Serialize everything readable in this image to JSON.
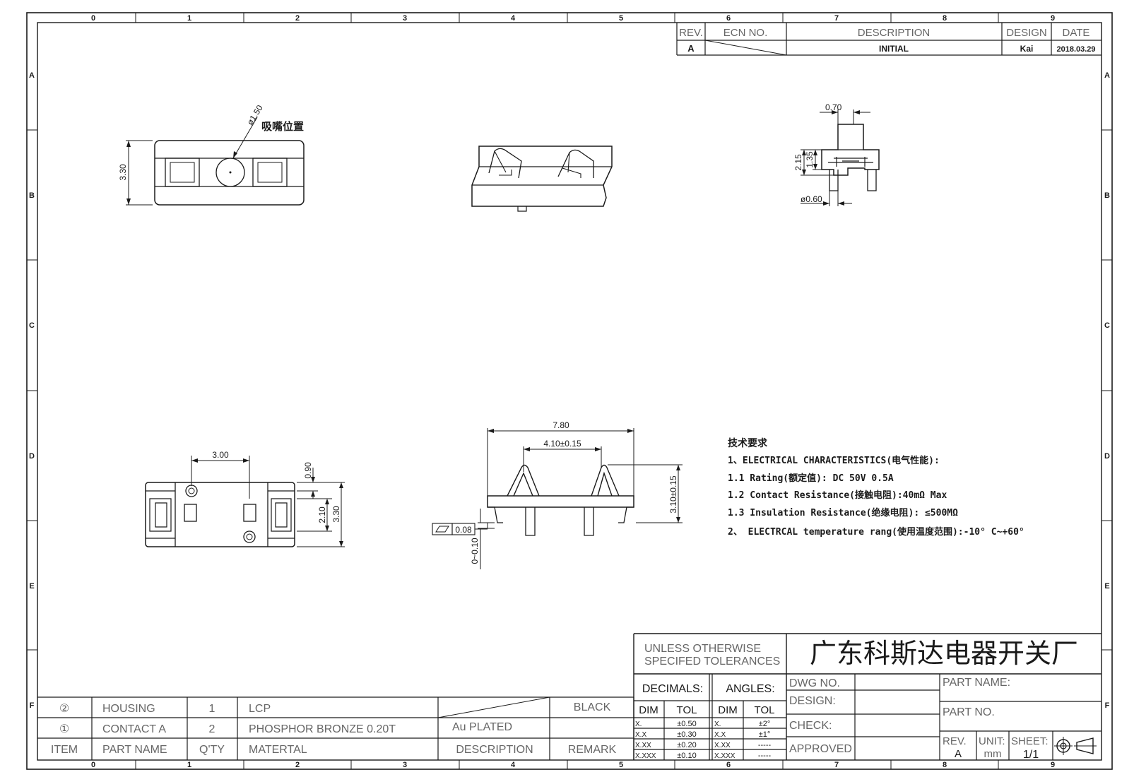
{
  "zones": {
    "columns": [
      "0",
      "1",
      "2",
      "3",
      "4",
      "5",
      "6",
      "7",
      "8",
      "9"
    ],
    "rows": [
      "A",
      "B",
      "C",
      "D",
      "E",
      "F"
    ]
  },
  "revision": {
    "headers": [
      "REV.",
      "ECN NO.",
      "DESCRIPTION",
      "DESIGN",
      "DATE"
    ],
    "row": {
      "rev": "A",
      "description": "INITIAL",
      "design": "Kai",
      "date": "2018.03.29"
    }
  },
  "views": {
    "top": {
      "dim_height": "3.30",
      "nozzle_dia": "ø1.50",
      "nozzle_label": "吸嘴位置"
    },
    "side": {
      "dim_top": "0.70",
      "dim_mid": "1.35",
      "dim_height": "2.15",
      "dim_pin": "ø0.60"
    },
    "bottom": {
      "dim_width": "3.00",
      "dim_a": "0.90",
      "dim_b": "2.10",
      "dim_c": "3.30"
    },
    "front": {
      "dim_width": "7.80",
      "dim_pitch": "4.10±0.15",
      "dim_height": "3.10±0.15",
      "flatness_value": "0.08",
      "dim_gap": "0~0.10"
    }
  },
  "requirements": {
    "title": "技术要求",
    "lines": [
      "1、ELECTRICAL CHARACTERISTICS(电气性能):",
      "1.1 Rating(额定值): DC 50V 0.5A",
      "1.2 Contact Resistance(接触电阻):40mΩ Max",
      "1.3 Insulation Resistance(绝缘电阻): ≤500MΩ",
      "2、 ELECTRCAL temperature rang(使用温度范围):-10° C~+60°"
    ]
  },
  "bom": {
    "rows": [
      {
        "item": "②",
        "name": "HOUSING",
        "qty": "1",
        "material": "LCP",
        "description": "",
        "remark": "BLACK"
      },
      {
        "item": "①",
        "name": "CONTACT A",
        "qty": "2",
        "material": "PHOSPHOR BRONZE 0.20T",
        "description": "Au PLATED",
        "remark": ""
      }
    ],
    "header": {
      "item": "ITEM",
      "name": "PART NAME",
      "qty": "Q'TY",
      "material": "MATERTAL",
      "description": "DESCRIPTION",
      "remark": "REMARK"
    }
  },
  "title_block": {
    "tolerance_note": [
      "UNLESS OTHERWISE",
      "SPECIFED TOLERANCES"
    ],
    "company": "广东科斯达电器开关厂",
    "decimals_label": "DECIMALS:",
    "angles_label": "ANGLES:",
    "dim_label": "DIM",
    "tol_label": "TOL",
    "decimals": [
      {
        "dim": "X.",
        "tol": "±0.50"
      },
      {
        "dim": "X.X",
        "tol": "±0.30"
      },
      {
        "dim": "X.XX",
        "tol": "±0.20"
      },
      {
        "dim": "X.XXX",
        "tol": "±0.10"
      }
    ],
    "angles": [
      {
        "dim": "X.",
        "tol": "±2°"
      },
      {
        "dim": "X.X",
        "tol": "±1°"
      },
      {
        "dim": "X.XX",
        "tol": "-----"
      },
      {
        "dim": "X.XXX",
        "tol": "-----"
      }
    ],
    "dwg_no_label": "DWG NO.",
    "design_label": "DESIGN:",
    "check_label": "CHECK:",
    "approved_label": "APPROVED",
    "part_name_label": "PART NAME:",
    "part_no_label": "PART NO.",
    "rev_label": "REV.",
    "rev_value": "A",
    "unit_label": "UNIT:",
    "unit_value": "mm",
    "sheet_label": "SHEET:",
    "sheet_value": "1/1"
  }
}
